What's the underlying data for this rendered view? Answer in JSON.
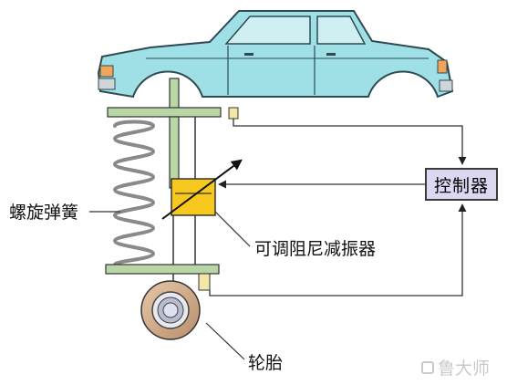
{
  "labels": {
    "spring": "螺旋弹簧",
    "damper": "可调阻尼减振器",
    "tire": "轮胎",
    "controller": "控制器"
  },
  "watermark": {
    "text": "鲁大师"
  },
  "colors": {
    "car_body": "#9fe0e6",
    "car_outline": "#2f4a52",
    "spring_gray": "#c8c8c8",
    "damper_yellow": "#f7c81e",
    "controller_fill": "#ddd8f2",
    "plate_green": "#b9d7a6",
    "line": "#333333"
  },
  "icons": [
    "spring-icon",
    "car-body-icon",
    "tire-icon",
    "damper-icon",
    "arrow-icon"
  ]
}
